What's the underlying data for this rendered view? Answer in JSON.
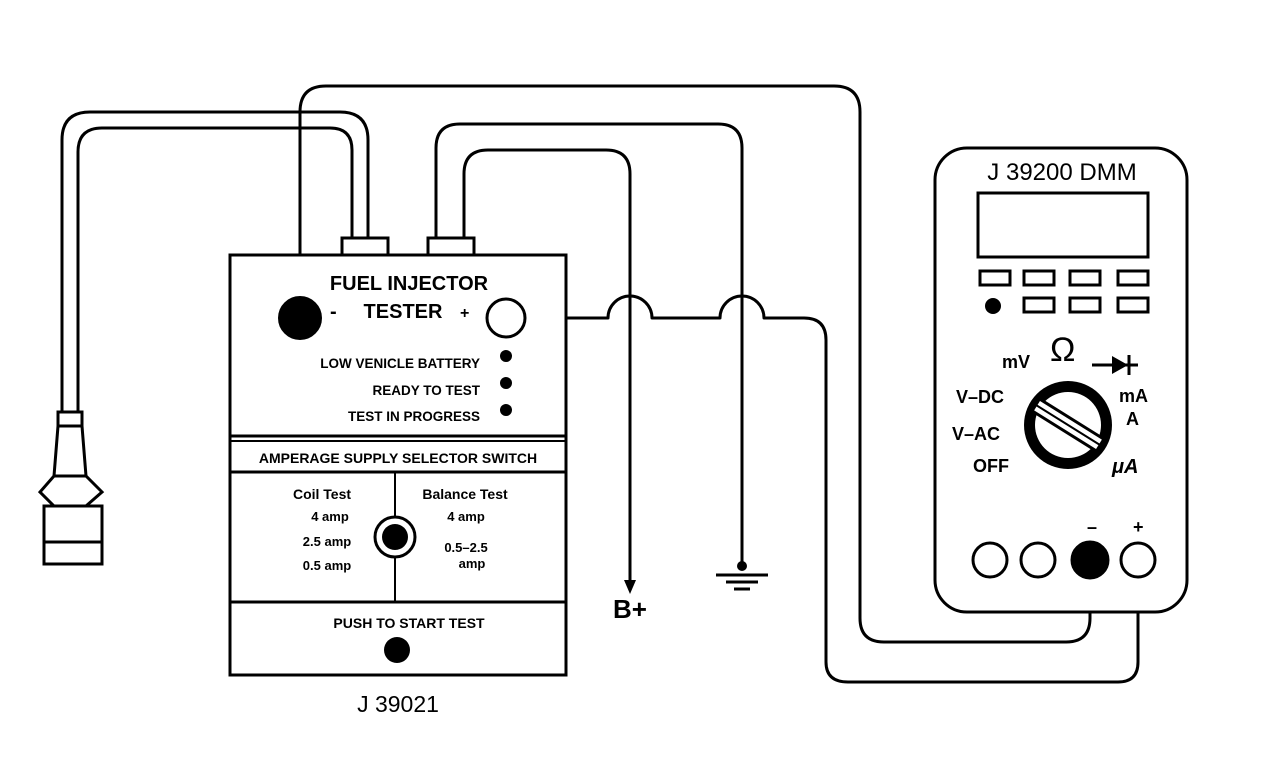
{
  "tester": {
    "title_line1": "FUEL INJECTOR",
    "title_line2": "TESTER",
    "minus_sign": "-",
    "plus_sign": "+",
    "indicators": [
      "LOW VENICLE BATTERY",
      "READY TO TEST",
      "TEST IN PROGRESS"
    ],
    "selector_header": "AMPERAGE SUPPLY SELECTOR SWITCH",
    "coil_test": {
      "title": "Coil Test",
      "options": [
        "4 amp",
        "2.5 amp",
        "0.5 amp"
      ]
    },
    "balance_test": {
      "title": "Balance Test",
      "options": [
        "4 amp",
        "0.5–2.5",
        "amp"
      ]
    },
    "push_label": "PUSH TO START TEST",
    "model": "J 39021"
  },
  "dmm": {
    "title": "J 39200 DMM",
    "dial": {
      "mv": "mV",
      "ohm": "Ω",
      "vdc": "V–DC",
      "vac": "V–AC",
      "off": "OFF",
      "ma": "mA",
      "a": "A",
      "ua": "μA"
    },
    "jack_minus": "–",
    "jack_plus": "+"
  },
  "battery_label": "B+"
}
